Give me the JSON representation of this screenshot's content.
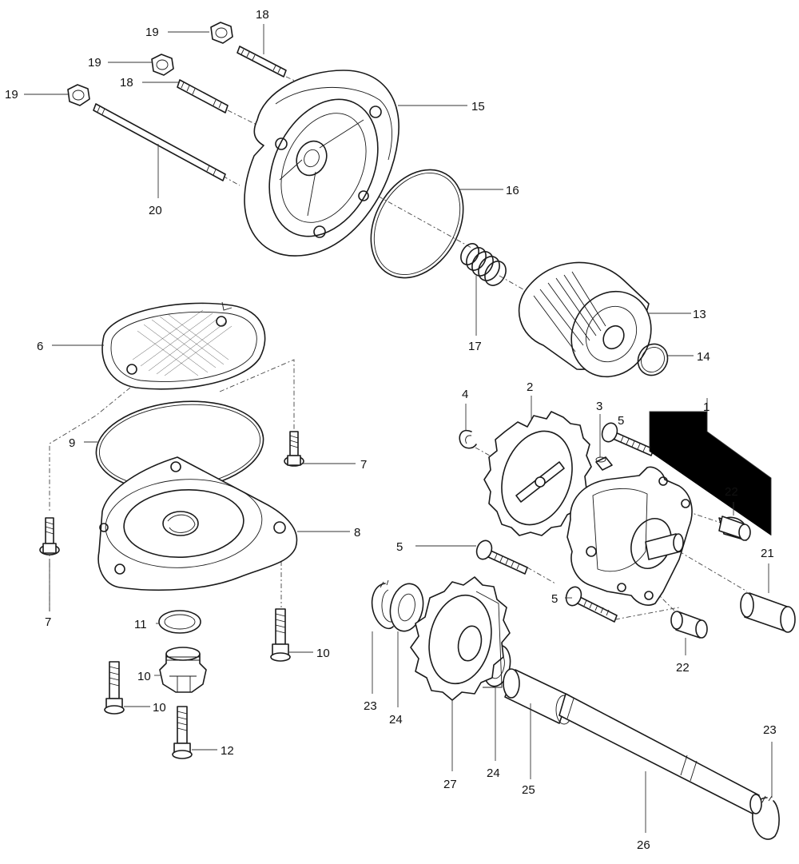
{
  "diagram": {
    "line_color": "#1a1a1a",
    "background": "#ffffff",
    "callouts": [
      {
        "id": "c1",
        "label": "1"
      },
      {
        "id": "c2",
        "label": "2"
      },
      {
        "id": "c3",
        "label": "3"
      },
      {
        "id": "c4",
        "label": "4"
      },
      {
        "id": "c5a",
        "label": "5"
      },
      {
        "id": "c5b",
        "label": "5"
      },
      {
        "id": "c5c",
        "label": "5"
      },
      {
        "id": "c6",
        "label": "6"
      },
      {
        "id": "c7a",
        "label": "7"
      },
      {
        "id": "c7b",
        "label": "7"
      },
      {
        "id": "c8",
        "label": "8"
      },
      {
        "id": "c9",
        "label": "9"
      },
      {
        "id": "c10a",
        "label": "10"
      },
      {
        "id": "c10b",
        "label": "10"
      },
      {
        "id": "c10c",
        "label": "10"
      },
      {
        "id": "c11",
        "label": "11"
      },
      {
        "id": "c12",
        "label": "12"
      },
      {
        "id": "c13",
        "label": "13"
      },
      {
        "id": "c14",
        "label": "14"
      },
      {
        "id": "c15",
        "label": "15"
      },
      {
        "id": "c16",
        "label": "16"
      },
      {
        "id": "c17",
        "label": "17"
      },
      {
        "id": "c18a",
        "label": "18"
      },
      {
        "id": "c18b",
        "label": "18"
      },
      {
        "id": "c19a",
        "label": "19"
      },
      {
        "id": "c19b",
        "label": "19"
      },
      {
        "id": "c19c",
        "label": "19"
      },
      {
        "id": "c20",
        "label": "20"
      },
      {
        "id": "c21",
        "label": "21"
      },
      {
        "id": "c22a",
        "label": "22"
      },
      {
        "id": "c22b",
        "label": "22"
      },
      {
        "id": "c23a",
        "label": "23"
      },
      {
        "id": "c23b",
        "label": "23"
      },
      {
        "id": "c24a",
        "label": "24"
      },
      {
        "id": "c24b",
        "label": "24"
      },
      {
        "id": "c25",
        "label": "25"
      },
      {
        "id": "c26",
        "label": "26"
      },
      {
        "id": "c27",
        "label": "27"
      }
    ]
  }
}
